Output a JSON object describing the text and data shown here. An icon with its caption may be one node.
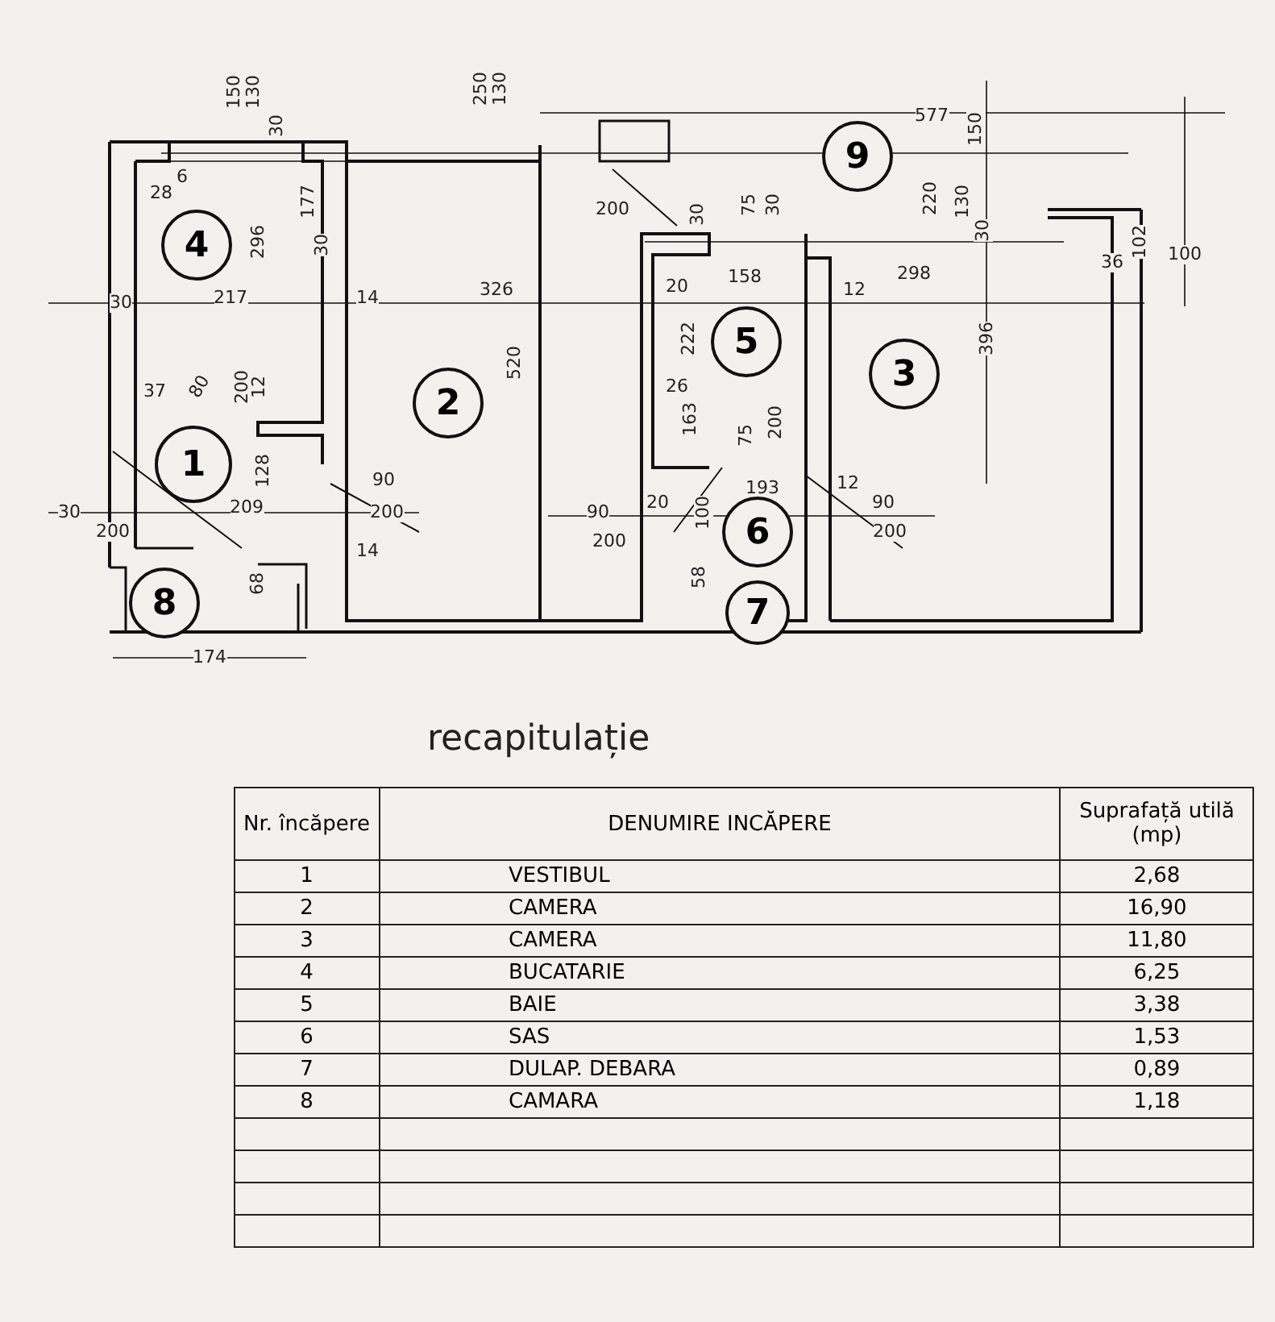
{
  "diagram": {
    "title": "recapitulație",
    "nodes": [
      {
        "text": [
          "4"
        ]
      },
      {
        "text": [
          "1"
        ]
      },
      {
        "text": [
          "8"
        ]
      },
      {
        "text": [
          "2"
        ]
      },
      {
        "text": [
          "9"
        ]
      },
      {
        "text": [
          "5"
        ]
      },
      {
        "text": [
          "3"
        ]
      },
      {
        "text": [
          "6"
        ]
      },
      {
        "text": [
          "7"
        ]
      }
    ],
    "labels": [
      "150",
      "130",
      "250",
      "130",
      "30",
      "28",
      "6",
      "177",
      "30",
      "296",
      "30",
      "217",
      "14",
      "326",
      "520",
      "37",
      "80",
      "200",
      "12",
      "128",
      "90",
      "30",
      "209",
      "200",
      "200",
      "14",
      "68",
      "174",
      "577",
      "150",
      "220",
      "130",
      "200",
      "75",
      "30",
      "30",
      "20",
      "158",
      "12",
      "298",
      "30",
      "36",
      "102",
      "100",
      "222",
      "396",
      "26",
      "163",
      "75",
      "200",
      "193",
      "20",
      "12",
      "90",
      "200",
      "90",
      "200",
      "100",
      "58",
      "Nr. încăpere",
      "DENUMIRE INCĂPERE",
      "Suprafață utilă (mp)",
      "1",
      "VESTIBUL",
      "2,68",
      "2",
      "CAMERA",
      "16,90",
      "3",
      "CAMERA",
      "11,80",
      "4",
      "BUCATARIE",
      "6,25",
      "5",
      "BAIE",
      "3,38",
      "6",
      "SAS",
      "1,53",
      "7",
      "DULAP. DEBARA",
      "0,89",
      "8",
      "CAMARA",
      "1,18"
    ]
  }
}
